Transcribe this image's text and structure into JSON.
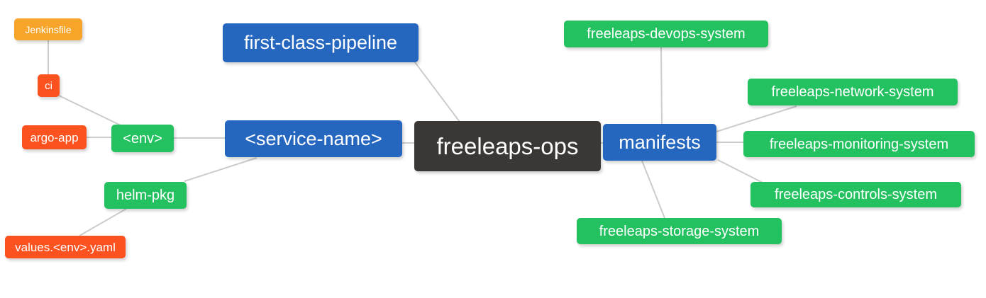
{
  "palette": {
    "root_bg": "#3b3735",
    "branch_bg": "#2566bf",
    "leaf_green_bg": "#23c160",
    "leaf_orange_bg": "#f7a52a",
    "leaf_red_bg": "#fb5220",
    "edge": "#cccccc",
    "text": "#ffffff",
    "background": "#ffffff"
  },
  "nodes": {
    "freeleaps_ops": {
      "label": "freeleaps-ops"
    },
    "first_class_pipeline": {
      "label": "first-class-pipeline"
    },
    "service_name": {
      "label": "<service-name>"
    },
    "manifests": {
      "label": "manifests"
    },
    "env": {
      "label": "<env>"
    },
    "helm_pkg": {
      "label": "helm-pkg"
    },
    "ci": {
      "label": "ci"
    },
    "argo_app": {
      "label": "argo-app"
    },
    "jenkinsfile": {
      "label": "Jenkinsfile"
    },
    "values_env_yaml": {
      "label": "values.<env>.yaml"
    },
    "devops_system": {
      "label": "freeleaps-devops-system"
    },
    "network_system": {
      "label": "freeleaps-network-system"
    },
    "monitoring_system": {
      "label": "freeleaps-monitoring-system"
    },
    "controls_system": {
      "label": "freeleaps-controls-system"
    },
    "storage_system": {
      "label": "freeleaps-storage-system"
    }
  }
}
